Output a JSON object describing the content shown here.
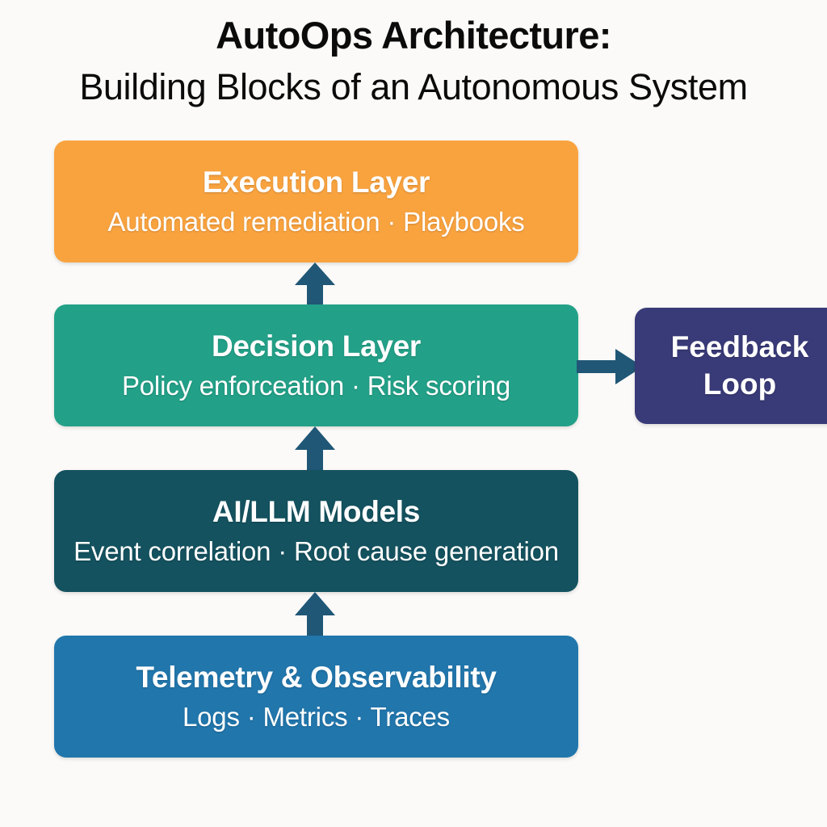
{
  "title": {
    "main": "AutoOps Architecture:",
    "sub": "Building Blocks of an Autonomous System"
  },
  "colors": {
    "background": "#fbfaf8",
    "execution": "#f9a33f",
    "decision": "#23a188",
    "aillm": "#14525f",
    "telemetry": "#2176ac",
    "feedback": "#393a78",
    "arrow": "#205777",
    "box_text": "#ffffff",
    "title_text": "#0b0b0b"
  },
  "layers": [
    {
      "id": "execution",
      "title": "Execution Layer",
      "subtitle": "Automated remediation · Playbooks"
    },
    {
      "id": "decision",
      "title": "Decision Layer",
      "subtitle": "Policy enforceation · Risk scoring"
    },
    {
      "id": "aillm",
      "title": "AI/LLM Models",
      "subtitle": "Event correlation · Root cause generation"
    },
    {
      "id": "telemetry",
      "title": "Telemetry & Observability",
      "subtitle": "Logs · Metrics · Traces"
    }
  ],
  "feedback": {
    "line1": "Feedback",
    "line2": "Loop"
  },
  "arrows": [
    {
      "id": "decision-to-execution",
      "from": "Decision Layer",
      "to": "Execution Layer",
      "direction": "up"
    },
    {
      "id": "aillm-to-decision",
      "from": "AI/LLM Models",
      "to": "Decision Layer",
      "direction": "up"
    },
    {
      "id": "telemetry-to-aillm",
      "from": "Telemetry & Observability",
      "to": "AI/LLM Models",
      "direction": "up"
    },
    {
      "id": "decision-to-feedback",
      "from": "Decision Layer",
      "to": "Feedback Loop",
      "direction": "right"
    }
  ]
}
